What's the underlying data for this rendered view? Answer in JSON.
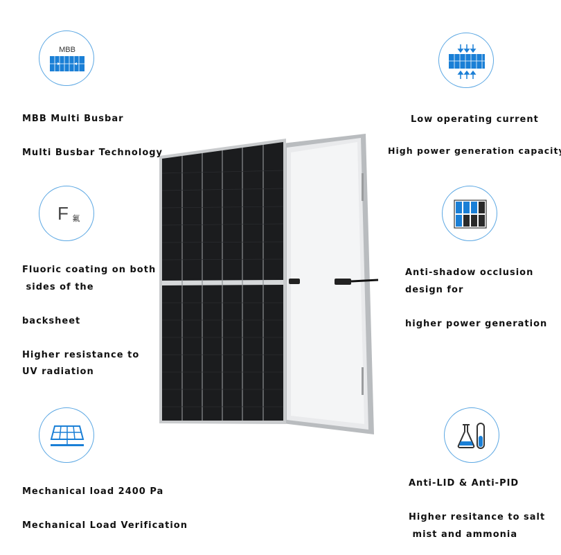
{
  "colors": {
    "accent": "#1a7fd6",
    "ring": "#5ba7e3",
    "panel_dark": "#1b1c1e",
    "frame": "#c9cbcd"
  },
  "icons": {
    "mbb": "mbb-busbar-icon",
    "current": "low-current-icon",
    "fluorine": "fluorine-coating-icon",
    "shadow": "anti-shadow-icon",
    "load": "solar-panel-load-icon",
    "lab": "lab-flask-icon"
  },
  "mbb_icon_text": "MBB",
  "fluorine_icon_letter": "F",
  "fluorine_icon_char": "氟",
  "left": {
    "mbb_title": "MBB Multi Busbar",
    "mbb_desc": "Multi Busbar Technology",
    "coat_line1": "Fluoric coating on both",
    "coat_line2": " sides of the",
    "coat_line3": "backsheet",
    "uv_line1": "Higher resistance to",
    "uv_line2": "UV radiation",
    "load_title": "Mechanical load 2400 Pa",
    "load_desc": "Mechanical Load Verification"
  },
  "right": {
    "current_title": "Low operating current",
    "current_desc": "High power generation capacity",
    "shadow_line1": "Anti-shadow occlusion",
    "shadow_line2": "design for",
    "shadow_line3": "higher power generation",
    "lid_title": "Anti-LID & Anti-PID",
    "salt_line1": "Higher resitance to salt",
    "salt_line2": " mist and ammonia"
  }
}
